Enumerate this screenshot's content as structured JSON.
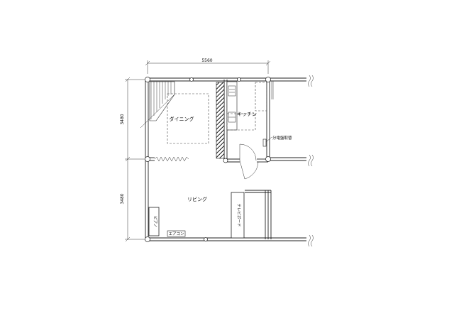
{
  "dimensions": {
    "top_width": "5560",
    "left_upper": "3480",
    "left_lower": "3480"
  },
  "rooms": {
    "dining": "ダイニング",
    "kitchen": "キッチン",
    "living": "リビング"
  },
  "furniture": {
    "piano": "ピアノ",
    "aircon": "エアコン",
    "tv_board": "テレビボード"
  },
  "annotations": {
    "distribution_board": "分電盤取替"
  }
}
